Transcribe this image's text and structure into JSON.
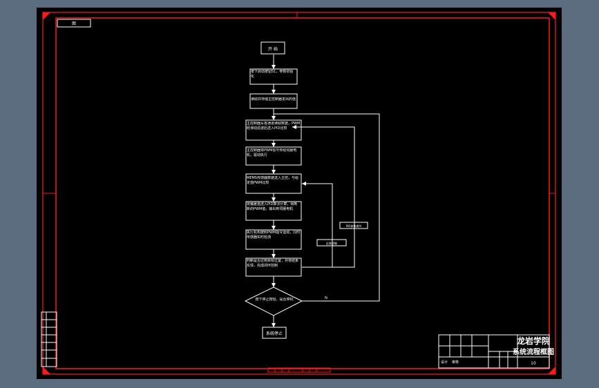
{
  "drawing": {
    "corner_tag": "图",
    "title_main": "龙岩学院",
    "title_sub": "系统流程框图",
    "sheet_code": "10",
    "sign_rows": [
      "设计",
      "审核"
    ]
  },
  "flow": {
    "start": "开 始",
    "step1": "按下启动按钮S1，参数初始化",
    "step2": "读取并存储主控制器发出的值",
    "step3": "主控制器从各通道读取数据，PWM经滑动滤波后送入PID比较",
    "step4": "主控制器将PWM信号传给伺服电机，驱动执行",
    "step5": "MEMS传感器数据送入主控，与给定值PWM比较",
    "step6": "将偏差值送入PID算法计算，得到新的PWM值，输出到伺服电机",
    "step7": "执行机构按照PWM指令运动，同时传感器实时检测",
    "step8": "判断是否达到目标位置，并将结果反馈，完成闭环控制",
    "decision": "按下停止按钮，是否停机",
    "end": "系统停止",
    "loop_label_1": "PID参数调节",
    "loop_label_2": "反馈控制",
    "no_label": "N"
  },
  "colors": {
    "frame": "#ff1a1a",
    "lines": "#ffffff",
    "background": "#000000",
    "outside": "#5b6b80"
  }
}
